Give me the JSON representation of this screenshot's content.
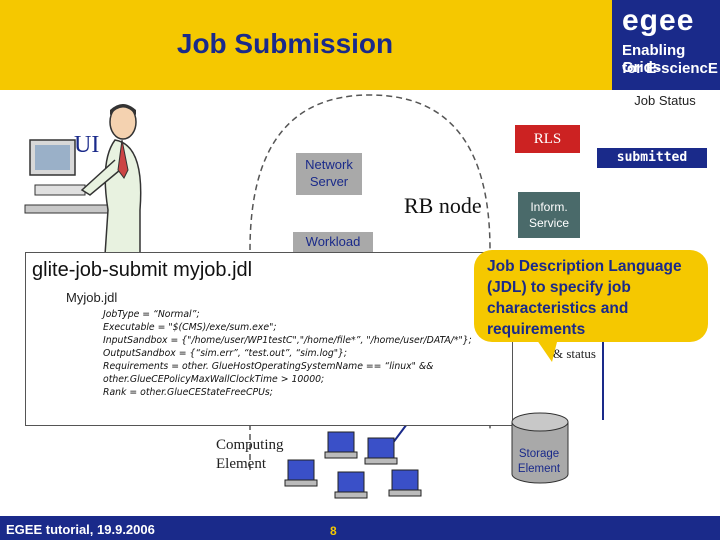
{
  "header": {
    "title": "Job Submission",
    "logo": {
      "wordmark": "egee",
      "line1": "Enabling Grids",
      "line2": "for E-sciencE"
    }
  },
  "diagram": {
    "ui_label": "UI",
    "rls_label": "RLS",
    "network_server_label": "Network Server",
    "rb_node_label": "RB node",
    "inform_service_label": "Inform. Service",
    "workload_label": "Workload",
    "job_status_label": "Job Status",
    "submitted_label": "submitted",
    "status_label": "& status",
    "computing_element_label": "Computing Element",
    "storage_element_label": "Storage Element"
  },
  "jdl_panel": {
    "command": "glite-job-submit myjob.jdl",
    "file_label": "Myjob.jdl",
    "lines": [
      "JobType = “Normal”;",
      "Executable = \"$(CMS)/exe/sum.exe\";",
      "InputSandbox = {\"/home/user/WP1testC\",\"/home/file*”, \"/home/user/DATA/*\"};",
      "OutputSandbox = {“sim.err”, “test.out”, “sim.log\"};",
      "Requirements = other. GlueHostOperatingSystemName == “linux\" &&",
      "other.GlueCEPolicyMaxWallClockTime > 10000;",
      "Rank = other.GlueCEStateFreeCPUs;"
    ]
  },
  "callout": {
    "text": "Job Description Language (JDL) to specify job characteristics and requirements"
  },
  "footer": {
    "text": "EGEE tutorial, 19.9.2006",
    "page_number": "8"
  },
  "colors": {
    "yellow": "#f5c800",
    "navy": "#1a2a8a",
    "red": "#cc2222",
    "logo_red": "#e8341c"
  }
}
